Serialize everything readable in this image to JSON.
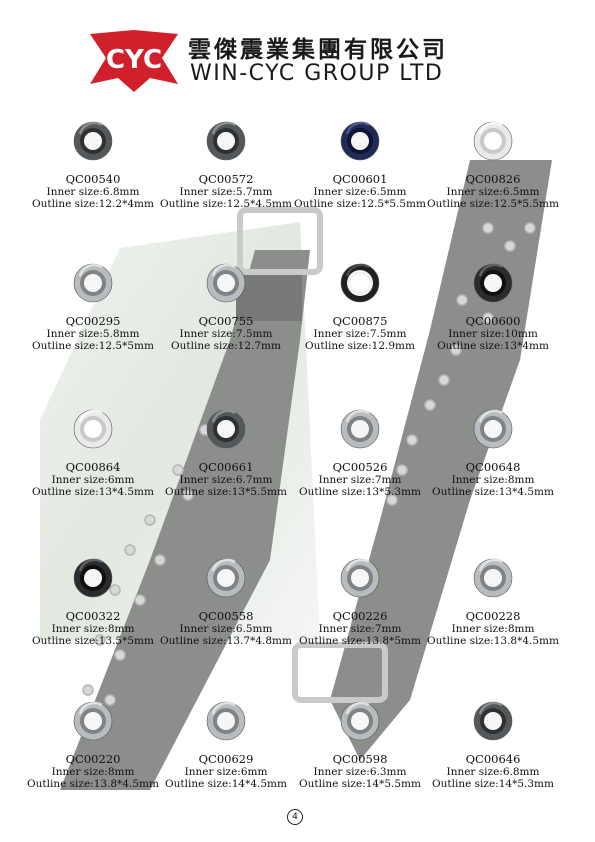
{
  "header": {
    "company_cn": "雲傑震業集團有限公司",
    "company_en": "WIN-CYC GROUP LTD",
    "logo_color": "#d0202c"
  },
  "labels": {
    "inner": "Inner size:",
    "outline": "Outline size:"
  },
  "products": [
    {
      "code": "QC00540",
      "inner": "6.8mm",
      "outline": "12.2*4mm",
      "finish": "gunmetal"
    },
    {
      "code": "QC00572",
      "inner": "5.7mm",
      "outline": "12.5*4.5mm",
      "finish": "gunmetal"
    },
    {
      "code": "QC00601",
      "inner": "6.5mm",
      "outline": "12.5*5.5mm",
      "finish": "navy"
    },
    {
      "code": "QC00826",
      "inner": "6.5mm",
      "outline": "12.5*5.5mm",
      "finish": "clear"
    },
    {
      "code": "QC00295",
      "inner": "5.8mm",
      "outline": "12.5*5mm",
      "finish": "silver"
    },
    {
      "code": "QC00755",
      "inner": "7.5mm",
      "outline": "12.7mm",
      "finish": "silver"
    },
    {
      "code": "QC00875",
      "inner": "7.5mm",
      "outline": "12.9mm",
      "finish": "black-white"
    },
    {
      "code": "QC00600",
      "inner": "10mm",
      "outline": "13*4mm",
      "finish": "black"
    },
    {
      "code": "QC00864",
      "inner": "6mm",
      "outline": "13*4.5mm",
      "finish": "clear"
    },
    {
      "code": "QC00661",
      "inner": "6.7mm",
      "outline": "13*5.5mm",
      "finish": "gunmetal"
    },
    {
      "code": "QC00526",
      "inner": "7mm",
      "outline": "13*5.3mm",
      "finish": "silver"
    },
    {
      "code": "QC00648",
      "inner": "8mm",
      "outline": "13*4.5mm",
      "finish": "silver"
    },
    {
      "code": "QC00322",
      "inner": "8mm",
      "outline": "13.5*5mm",
      "finish": "black"
    },
    {
      "code": "QC00558",
      "inner": "6.5mm",
      "outline": "13.7*4.8mm",
      "finish": "silver"
    },
    {
      "code": "QC00226",
      "inner": "7mm",
      "outline": "13.8*5mm",
      "finish": "silver"
    },
    {
      "code": "QC00228",
      "inner": "8mm",
      "outline": "13.8*4.5mm",
      "finish": "silver"
    },
    {
      "code": "QC00220",
      "inner": "8mm",
      "outline": "13.8*4.5mm",
      "finish": "silver"
    },
    {
      "code": "QC00629",
      "inner": "6mm",
      "outline": "14*4.5mm",
      "finish": "silver"
    },
    {
      "code": "QC00598",
      "inner": "6.3mm",
      "outline": "14*5.5mm",
      "finish": "silver"
    },
    {
      "code": "QC00646",
      "inner": "6.8mm",
      "outline": "14*5.3mm",
      "finish": "gunmetal"
    }
  ],
  "page_number": "4"
}
